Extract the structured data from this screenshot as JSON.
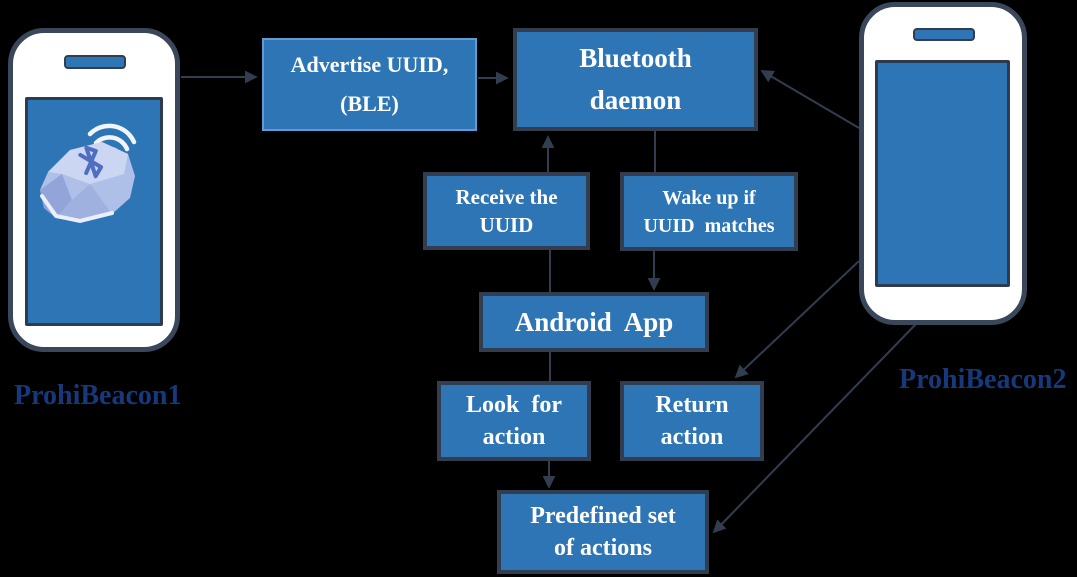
{
  "title": "ProhiBeacon BLE flow diagram",
  "colors": {
    "background": "#000000",
    "box_fill": "#2E75B6",
    "box_border_dark": "#323E4F",
    "box_border_light": "#5E9CD3",
    "arrow": "#323E4F",
    "box_text": "#FFFFFF",
    "beacon_label": "#17387B",
    "phone_body": "#FFFFFF",
    "stone_light": "#CBD6F3",
    "stone_mid": "#AEBFE8",
    "stone_dark": "#8D9FD3"
  },
  "devices": {
    "beacon1": {
      "label": "ProhiBeacon1"
    },
    "beacon2": {
      "label": "ProhiBeacon2"
    }
  },
  "nodes": {
    "advertise": {
      "line1": "Advertise UUID,",
      "line2": "(BLE)"
    },
    "daemon": {
      "line1": "Bluetooth",
      "line2": "daemon"
    },
    "receive": {
      "line1": "Receive the",
      "line2": "UUID"
    },
    "wakeup": {
      "line1": "Wake up if",
      "line2": "UUID  matches"
    },
    "android": {
      "line1": "Android  App"
    },
    "look": {
      "line1": "Look  for",
      "line2": "action"
    },
    "return": {
      "line1": "Return",
      "line2": "action"
    },
    "predefined": {
      "line1": "Predefined set",
      "line2": "of actions"
    }
  },
  "edges": [
    {
      "from": "beacon1",
      "to": "advertise",
      "arrowhead": true
    },
    {
      "from": "advertise",
      "to": "daemon",
      "arrowhead": true
    },
    {
      "from": "receive",
      "to": "daemon",
      "arrowhead": true
    },
    {
      "from": "daemon",
      "to": "wakeup",
      "arrowhead": false
    },
    {
      "from": "receive",
      "to": "android",
      "arrowhead": false
    },
    {
      "from": "wakeup",
      "to": "android",
      "arrowhead": true
    },
    {
      "from": "android",
      "to": "look",
      "arrowhead": false
    },
    {
      "from": "look",
      "to": "predefined",
      "arrowhead": true
    },
    {
      "from": "beacon2",
      "to": "daemon",
      "arrowhead": true
    },
    {
      "from": "beacon2",
      "to": "return",
      "arrowhead": true
    },
    {
      "from": "beacon2",
      "to": "predefined",
      "arrowhead": true
    }
  ]
}
